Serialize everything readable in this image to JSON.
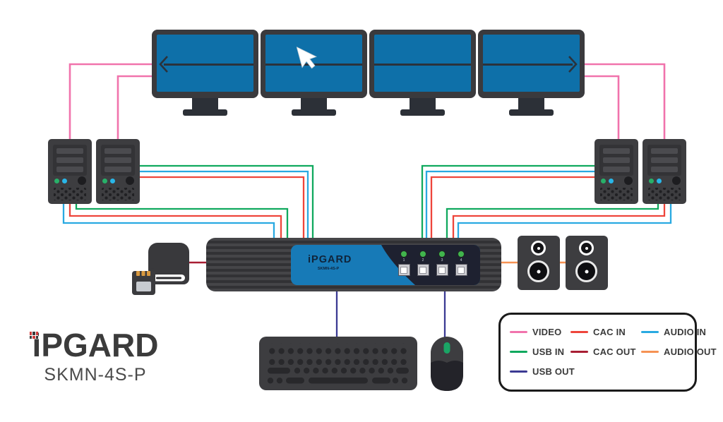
{
  "legend": {
    "items": [
      {
        "key": "video",
        "label": "VIDEO"
      },
      {
        "key": "cac_in",
        "label": "CAC IN"
      },
      {
        "key": "audio_in",
        "label": "AUDIO IN"
      },
      {
        "key": "usb_in",
        "label": "USB IN"
      },
      {
        "key": "cac_out",
        "label": "CAC OUT"
      },
      {
        "key": "audio_out",
        "label": "AUDIO OUT"
      },
      {
        "key": "usb_out",
        "label": "USB OUT"
      }
    ],
    "colors": {
      "video": "#f173ac",
      "cac_in": "#ee453b",
      "audio_in": "#29a9e1",
      "usb_in": "#10a95e",
      "cac_out": "#a81e33",
      "audio_out": "#f69253",
      "usb_out": "#3b3a93"
    }
  },
  "kvm_switch": {
    "brand": "iPGARD",
    "model": "SKMN-4S-P",
    "ports": [
      "1",
      "2",
      "3",
      "4"
    ]
  },
  "logo": {
    "brand": "iPGARD",
    "model": "SKMN-4S-P"
  },
  "palette": {
    "screen_blue": "#0e70a9",
    "panel_blue": "#177ab7",
    "led_green": "#41b54d",
    "device_gray": "#3d3d40",
    "arrow_dark": "#2b323c"
  }
}
